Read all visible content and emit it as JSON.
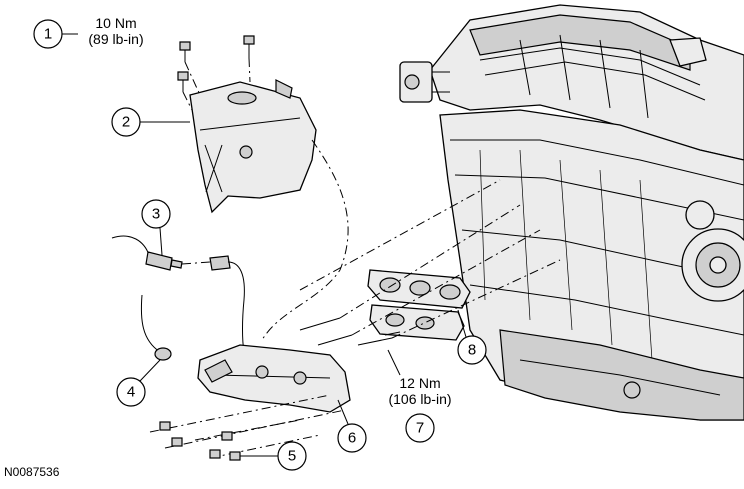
{
  "figure_id": "N0087536",
  "torque_top": {
    "value": "10 Nm",
    "imperial": "(89 lb-in)"
  },
  "torque_bottom": {
    "value": "12 Nm",
    "imperial": "(106 lb-in)"
  },
  "callouts": [
    "1",
    "2",
    "3",
    "4",
    "5",
    "6",
    "7",
    "8"
  ]
}
